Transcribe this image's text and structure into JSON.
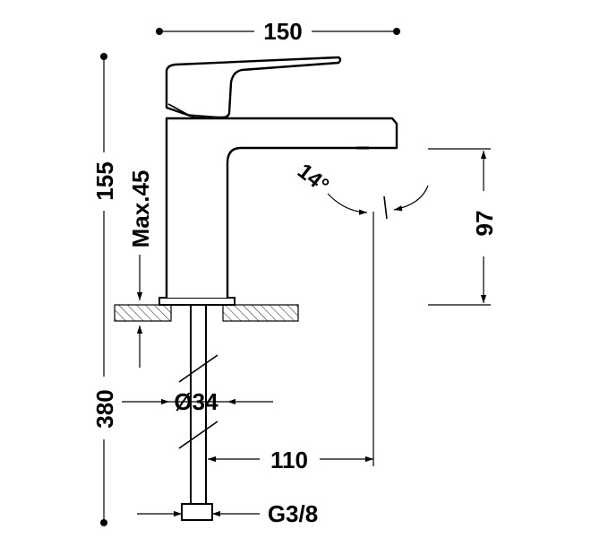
{
  "dimensions": {
    "width_total": "150",
    "height_total": "155",
    "max_height": "Max.45",
    "spout_height": "97",
    "angle": "14°",
    "pipe_diameter": "Ø34",
    "spout_reach": "110",
    "hose_length": "380",
    "thread": "G3/8"
  }
}
